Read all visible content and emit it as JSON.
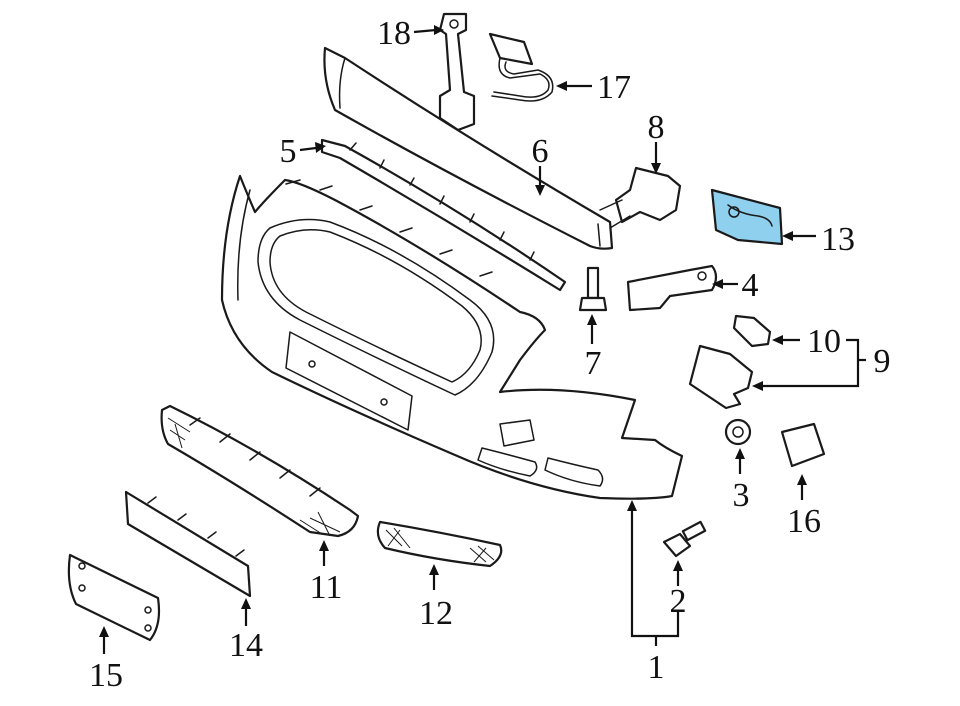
{
  "diagram": {
    "callouts": [
      "1",
      "2",
      "3",
      "4",
      "5",
      "6",
      "7",
      "8",
      "9",
      "10",
      "11",
      "12",
      "13",
      "14",
      "15",
      "16",
      "17",
      "18"
    ],
    "highlight_color": "#8fd0ee"
  }
}
